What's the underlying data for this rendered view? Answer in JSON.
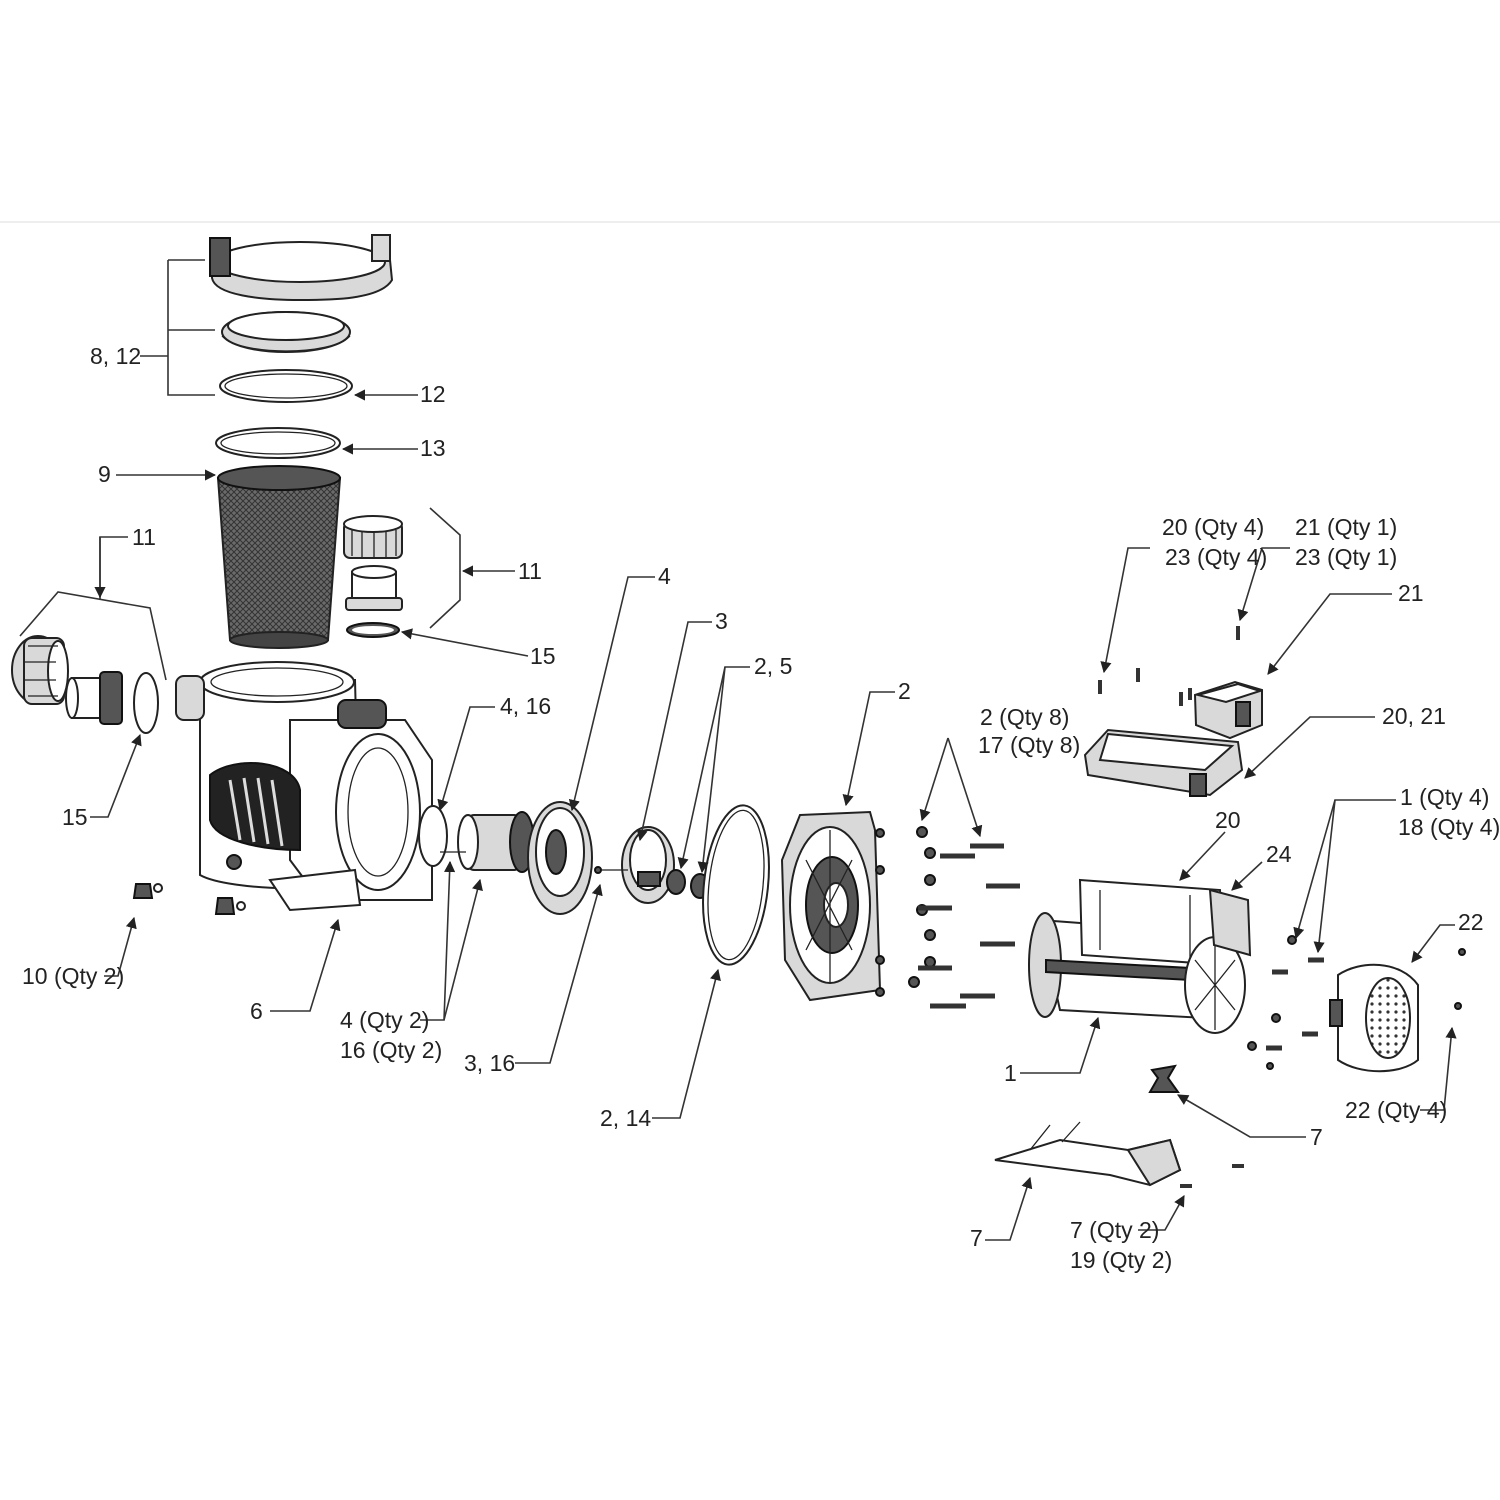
{
  "labels": {
    "l_8_12": "8, 12",
    "l_12": "12",
    "l_13": "13",
    "l_9": "9",
    "l_11_left": "11",
    "l_11_right": "11",
    "l_15_right": "15",
    "l_15_left": "15",
    "l_4_16": "4, 16",
    "l_4": "4",
    "l_3": "3",
    "l_2_5": "2, 5",
    "l_2": "2",
    "l_2qty8": "2 (Qty 8)",
    "l_17qty8": "17 (Qty 8)",
    "l_20qty4": "20 (Qty 4)",
    "l_23qty4": "23 (Qty 4)",
    "l_21qty1": "21 (Qty 1)",
    "l_23qty1": "23 (Qty 1)",
    "l_21": "21",
    "l_20_21": "20, 21",
    "l_20": "20",
    "l_24": "24",
    "l_1qty4": "1 (Qty 4)",
    "l_18qty4": "18 (Qty 4)",
    "l_22": "22",
    "l_10qty2": "10 (Qty 2)",
    "l_6": "6",
    "l_4qty2": "4 (Qty 2)",
    "l_16qty2": "16 (Qty 2)",
    "l_3_16": "3, 16",
    "l_2_14": "2, 14",
    "l_1": "1",
    "l_7_right": "7",
    "l_22qty4": "22 (Qty 4)",
    "l_7_left": "7",
    "l_7qty2": "7 (Qty 2)",
    "l_19qty2": "19 (Qty 2)"
  }
}
